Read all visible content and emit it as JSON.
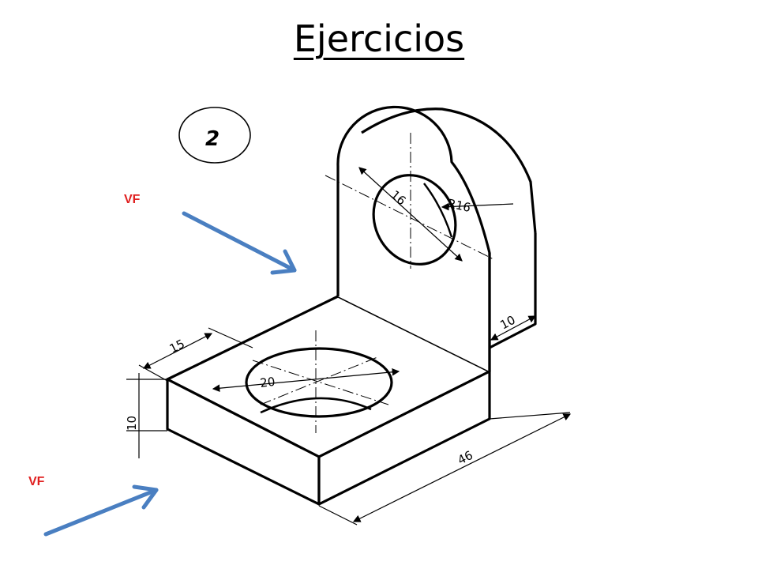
{
  "title": "Ejercicios",
  "exercise_number": "2",
  "view_labels": {
    "top": "VF",
    "bottom": "VF"
  },
  "dimensions": {
    "hole_upper_diameter": "16",
    "radius": "R16",
    "wall_thickness": "10",
    "base_offset": "15",
    "hole_lower_diameter": "20",
    "base_height": "10",
    "length": "46"
  },
  "colors": {
    "arrow": "#4a7fc1",
    "label": "#e02020",
    "line": "#000000"
  }
}
